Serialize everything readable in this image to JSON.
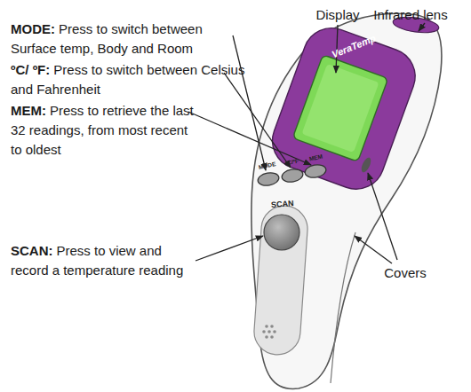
{
  "diagram": {
    "labels": [
      "MODE:",
      "Press to switch between Surface temp, Body and Room",
      "ºC/ ºF:",
      "Press to switch between Celsius and Fahrenheit",
      "MEM:",
      "Press to retrieve the last 32 readings, from most recent to oldest",
      "SCAN:",
      "Press to view and record a temperature reading",
      "Display",
      "Infrared lens",
      "Covers",
      "VeraTemp",
      "MODE",
      "ºC/ºF",
      "MEM",
      "SCAN"
    ]
  }
}
